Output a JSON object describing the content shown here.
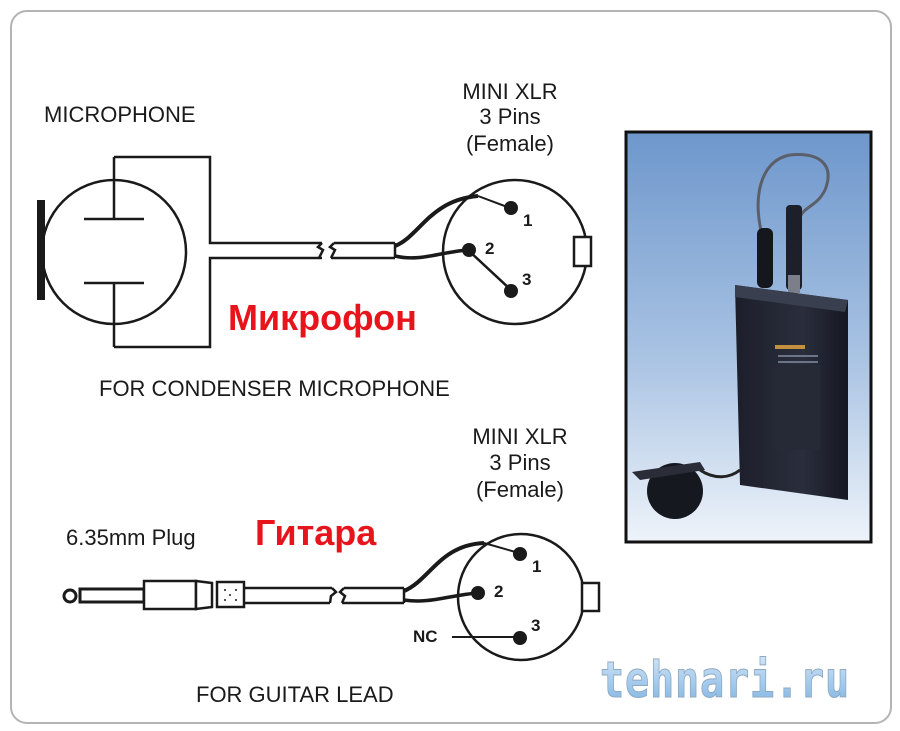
{
  "diagram": {
    "top_section": {
      "microphone_label": "MICROPHONE",
      "connector_label_lines": [
        "MINI XLR",
        "3 Pins",
        "(Female)"
      ],
      "russian_label": "Микрофон",
      "caption": "FOR CONDENSER MICROPHONE",
      "pins": [
        "1",
        "2",
        "3"
      ]
    },
    "bottom_section": {
      "plug_label": "6.35mm Plug",
      "russian_label": "Гитара",
      "connector_label_lines": [
        "MINI XLR",
        "3 Pins",
        "(Female)"
      ],
      "nc_label": "NC",
      "caption": "FOR GUITAR LEAD",
      "pins": [
        "1",
        "2",
        "3"
      ]
    },
    "photo": {
      "subject": "wireless bodypack transmitter with lavalier microphone"
    },
    "watermark": "tehnari.ru",
    "colors": {
      "russian_text": "#e8141c",
      "line": "#1a1a1a",
      "frame": "#b0b0b0",
      "watermark": "#9cc7ea"
    }
  }
}
